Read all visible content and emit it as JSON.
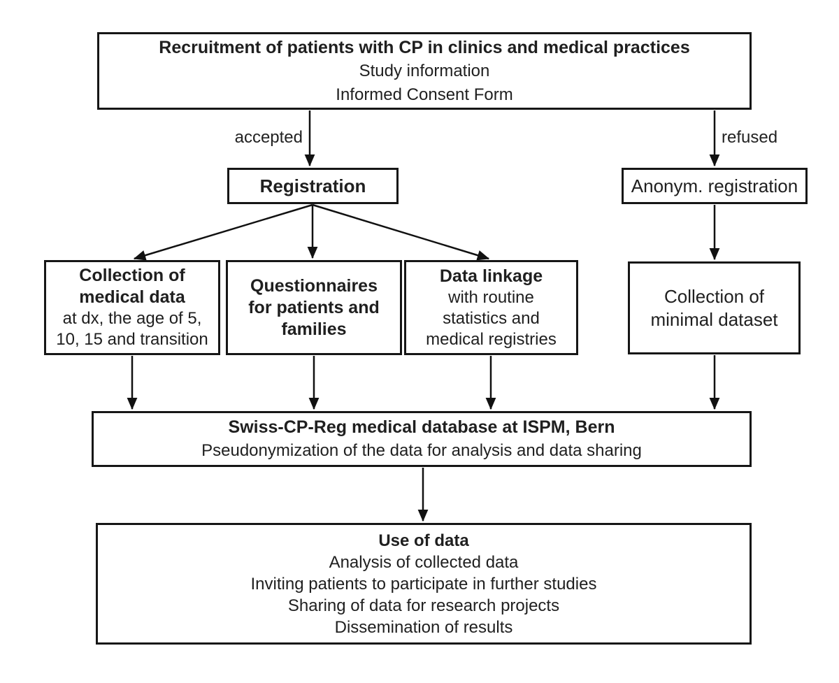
{
  "boxes": {
    "recruitment": {
      "title": "Recruitment of patients with CP in clinics and medical practices",
      "lines": [
        "Study information",
        "Informed Consent Form"
      ]
    },
    "registration": {
      "title": "Registration"
    },
    "anonym_registration": {
      "label": "Anonym. registration"
    },
    "collection_medical": {
      "title_lines": [
        "Collection of",
        "medical data"
      ],
      "lines": [
        "at dx, the age of 5,",
        "10, 15 and transition"
      ]
    },
    "questionnaires": {
      "title_lines": [
        "Questionnaires",
        "for patients and",
        "families"
      ]
    },
    "data_linkage": {
      "title": "Data linkage",
      "lines": [
        "with routine",
        "statistics and",
        "medical registries"
      ]
    },
    "collection_minimal": {
      "lines": [
        "Collection of",
        "minimal dataset"
      ]
    },
    "database": {
      "title": "Swiss-CP-Reg medical database at ISPM, Bern",
      "lines": [
        "Pseudonymization of the data for analysis and data sharing"
      ]
    },
    "use_of_data": {
      "title": "Use of data",
      "lines": [
        "Analysis of collected data",
        "Inviting patients to participate in further studies",
        "Sharing of data for research projects",
        "Dissemination of results"
      ]
    }
  },
  "edge_labels": {
    "accepted": "accepted",
    "refused": "refused"
  },
  "colors": {
    "border": "#161616",
    "arrow": "#111111",
    "text": "#1f1f1f",
    "background": "#ffffff"
  }
}
